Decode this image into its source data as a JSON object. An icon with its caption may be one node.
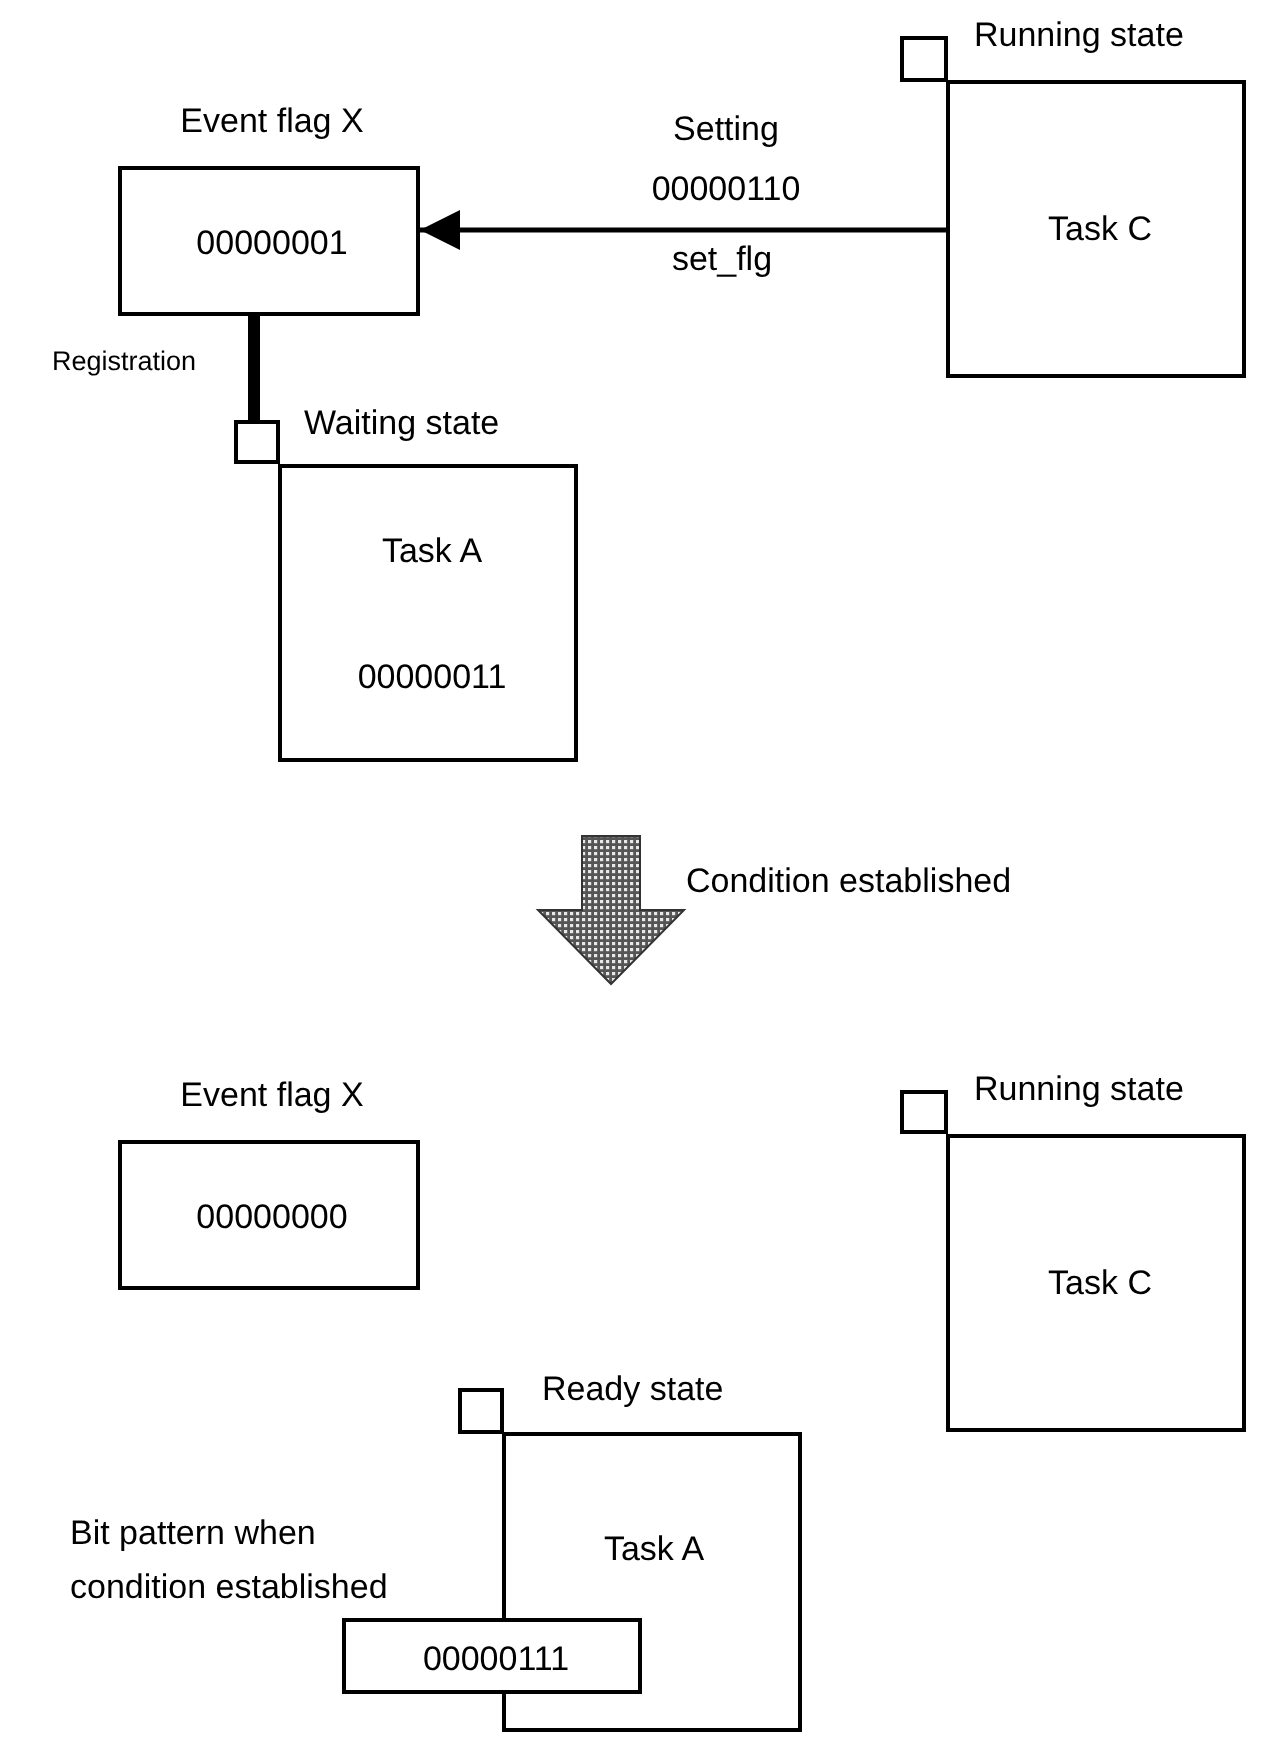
{
  "diagram": {
    "nodes": [
      {
        "text": [
          "Event flag X",
          "00000001"
        ]
      },
      {
        "text": [
          "Running state"
        ]
      },
      {
        "text": [
          "Task C"
        ]
      },
      {
        "text": [
          "Waiting state"
        ]
      },
      {
        "text": [
          "Task A",
          "00000011"
        ]
      },
      {
        "text": [
          "Event flag X",
          "00000000"
        ]
      },
      {
        "text": [
          "Running state"
        ]
      },
      {
        "text": [
          "Task C"
        ]
      },
      {
        "text": [
          "Ready state"
        ]
      },
      {
        "text": [
          "Task A"
        ]
      },
      {
        "text": [
          "Bit pattern when condition established",
          "00000111"
        ]
      }
    ],
    "edges": [
      {
        "from": 2,
        "to": 0,
        "arrow": "to",
        "label": "Setting 00000110"
      },
      {
        "from": 0,
        "to": 3,
        "arrow": "none",
        "style": "thick",
        "label": "Registration"
      }
    ],
    "labels": [
      "set_flg",
      "Condition established"
    ]
  }
}
